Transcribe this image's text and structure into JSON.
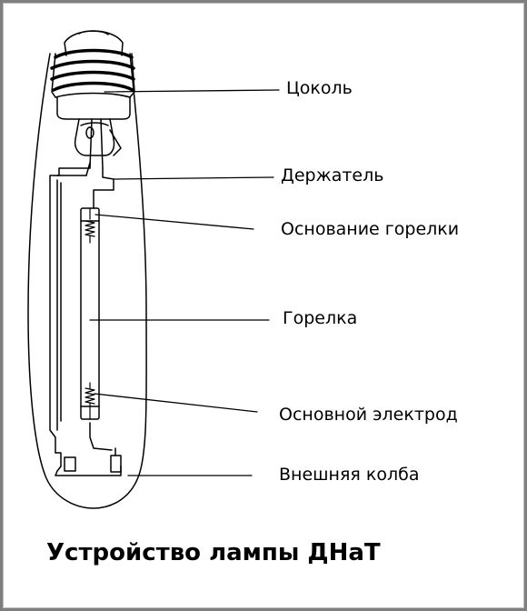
{
  "title": "Устройство лампы ДНаТ",
  "labels": {
    "base": "Цоколь",
    "holder": "Держатель",
    "burner_base": "Основание горелки",
    "burner": "Горелка",
    "main_electrode": "Основной электрод",
    "outer_bulb": "Внешняя колба"
  },
  "colors": {
    "line": "#000000",
    "background": "#ffffff",
    "frame": "#7f7f7f"
  }
}
